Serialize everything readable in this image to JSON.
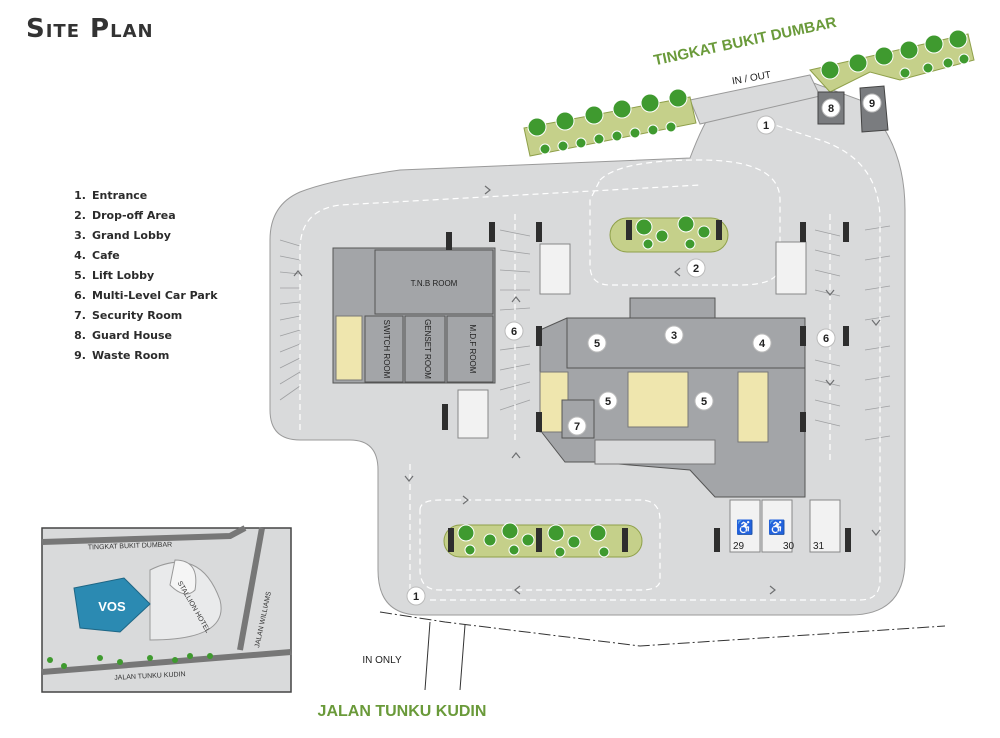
{
  "title": "Site Plan",
  "legend": [
    {
      "num": "1.",
      "label": "Entrance"
    },
    {
      "num": "2.",
      "label": "Drop-off Area"
    },
    {
      "num": "3.",
      "label": "Grand Lobby"
    },
    {
      "num": "4.",
      "label": "Cafe"
    },
    {
      "num": "5.",
      "label": "Lift Lobby"
    },
    {
      "num": "6.",
      "label": "Multi-Level Car Park"
    },
    {
      "num": "7.",
      "label": "Security Room"
    },
    {
      "num": "8.",
      "label": "Guard House"
    },
    {
      "num": "9.",
      "label": "Waste Room"
    }
  ],
  "roads": {
    "north": "TINGKAT BUKIT DUMBAR",
    "south": "JALAN TUNKU KUDIN"
  },
  "access": {
    "north": "IN / OUT",
    "south": "IN ONLY"
  },
  "rooms": {
    "tnb": "T.N.B ROOM",
    "switch": "SWITCH ROOM",
    "genset": "GENSET ROOM",
    "mdf": "M.D.F ROOM"
  },
  "markers": {
    "entrance_north": "1",
    "entrance_south": "1",
    "dropoff": "2",
    "lobby": "3",
    "cafe": "4",
    "lift_a": "5",
    "lift_b": "5",
    "lift_c": "5",
    "carpark_west": "6",
    "carpark_east": "6",
    "security": "7",
    "guard": "8",
    "waste": "9"
  },
  "bays": [
    "29",
    "30",
    "31"
  ],
  "inset": {
    "road_north": "TINGKAT BUKIT DUMBAR",
    "road_south": "JALAN TUNKU KUDIN",
    "road_east": "JALAN WILLIAMS",
    "building": "VOS",
    "hotel": "STALLION HOTEL"
  },
  "colors": {
    "road": "#d9dadb",
    "building": "#a3a5a8",
    "core": "#efe6ae",
    "green": "#c5d08a",
    "tree": "#3f9a2f",
    "road_label": "#6a9a3a",
    "vos": "#2b8ab2"
  }
}
